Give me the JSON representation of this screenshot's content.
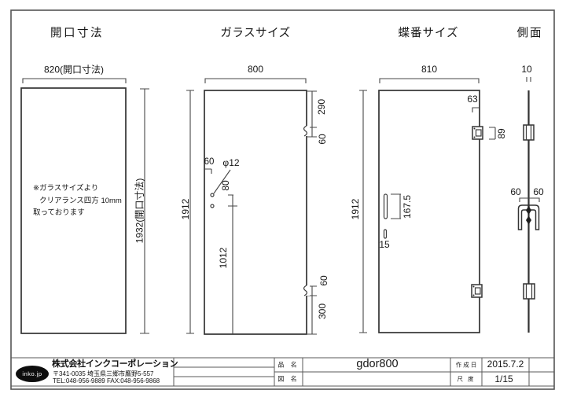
{
  "page": {
    "headers": {
      "opening": "開口寸法",
      "glass": "ガラスサイズ",
      "hinge": "蝶番サイズ",
      "side": "側面"
    },
    "opening_view": {
      "width_dim": "820(開口寸法)",
      "height_dim": "1932(開口寸法)",
      "note_line1": "※ガラスサイズより",
      "note_line2": "クリアランス四方 10mm",
      "note_line3": "取っております"
    },
    "glass_view": {
      "width_dim": "800",
      "height_dim": "1912",
      "dim_290": "290",
      "dim_60_right_top": "60",
      "dim_60_hole": "60",
      "dim_hole_diameter": "φ12",
      "dim_80": "80",
      "dim_1012": "1012",
      "dim_60_right_bottom": "60",
      "dim_300": "300"
    },
    "hinge_view": {
      "width_dim": "810",
      "height_dim": "1912",
      "dim_63": "63",
      "dim_89": "89",
      "dim_167_5": "167.5",
      "dim_15": "15"
    },
    "side_view": {
      "dim_10": "10",
      "dim_60_left": "60",
      "dim_60_right": "60"
    },
    "title_block": {
      "logo": "inko.jp",
      "company": "株式会社インクコーポレーション",
      "address": "〒341-0035 埼玉県三郷市鷹野5-557",
      "tel_fax": "TEL:048-956-9889  FAX:048-956-9868",
      "item_label": "品 名",
      "item_value": "gdor800",
      "drawing_label": "図 名",
      "drawing_value": "",
      "date_label": "作 成 日",
      "date_value": "2015.7.2",
      "scale_label": "尺 度",
      "scale_value": "1/15"
    }
  },
  "colors": {
    "line": "#3d3d3d",
    "text": "#161616"
  }
}
